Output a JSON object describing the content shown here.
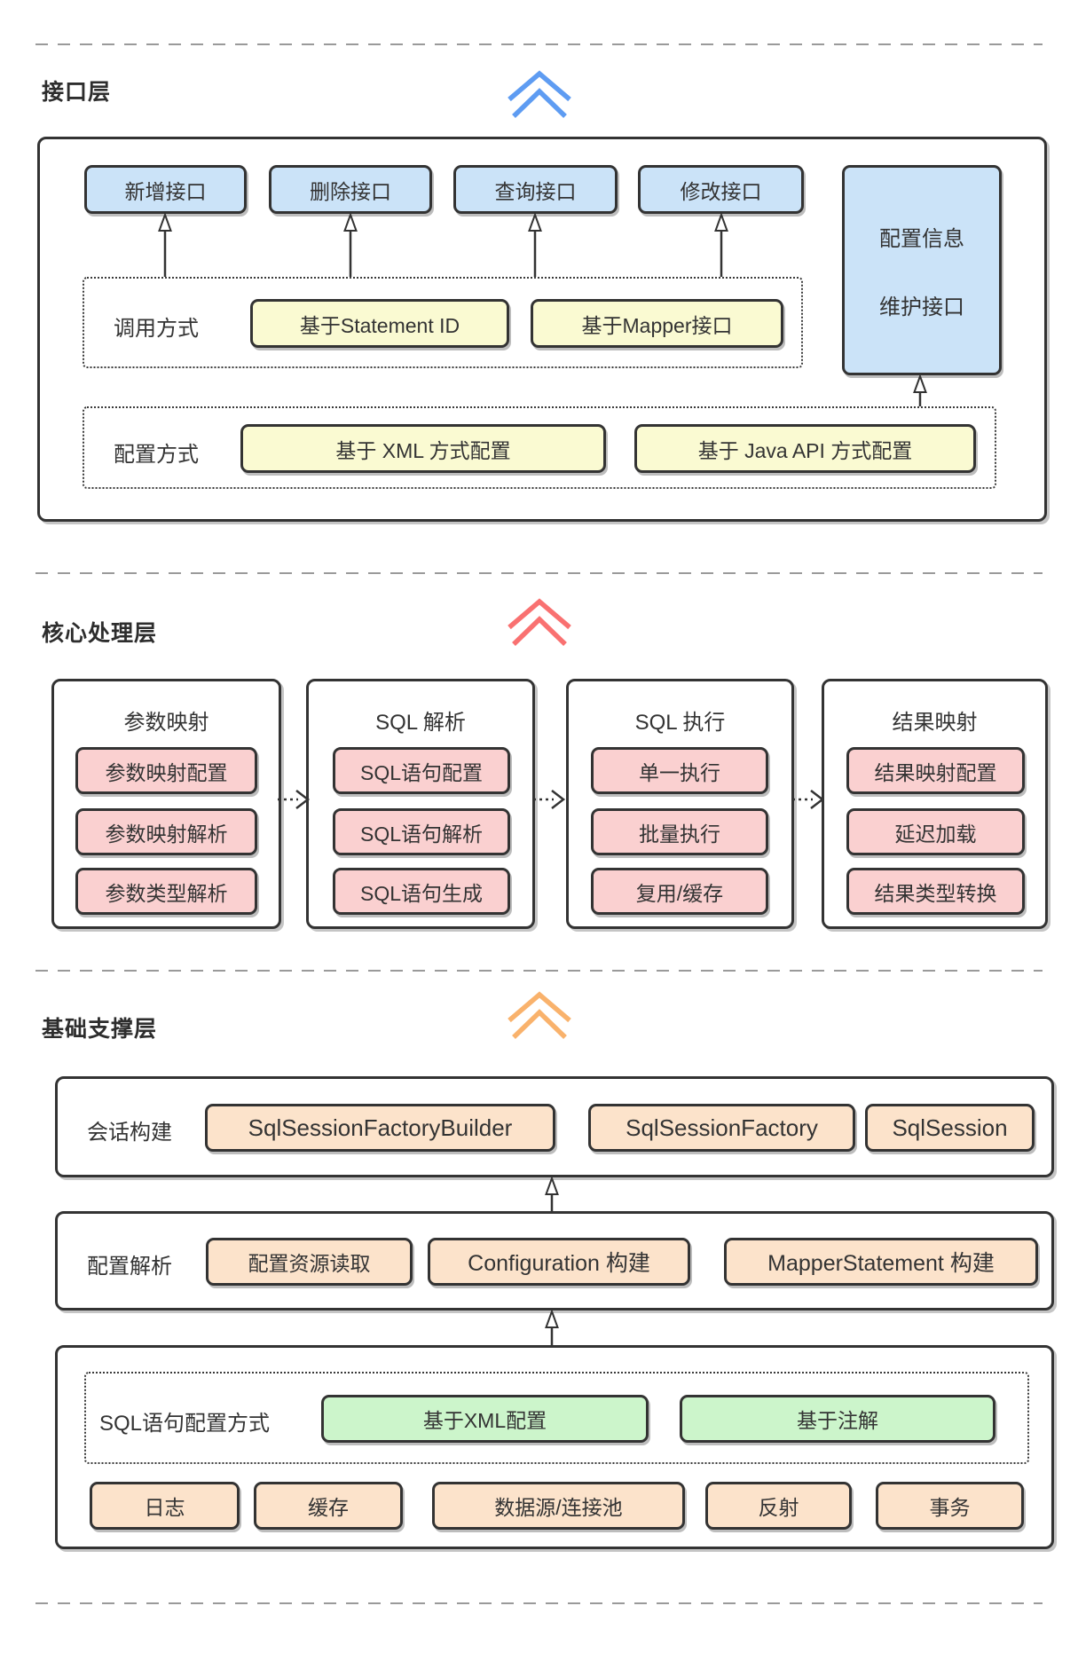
{
  "palette": {
    "blue_fill": "#CBE3F8",
    "yellow_fill": "#FAFAD2",
    "pink_fill": "#FAD0D0",
    "orange_fill": "#FCE3CB",
    "green_fill": "#CCF5CB",
    "border": "#333333",
    "separator": "#9A9A9A",
    "chevron_blue": "#5E9CF2",
    "chevron_red": "#F97171",
    "chevron_orange": "#F9B26C"
  },
  "interface": {
    "label": "接口层",
    "api_boxes": [
      "新增接口",
      "删除接口",
      "查询接口",
      "修改接口"
    ],
    "config_info": {
      "line1": "配置信息",
      "line2": "维护接口"
    },
    "invoke_group": {
      "label": "调用方式",
      "items": [
        "基于Statement ID",
        "基于Mapper接口"
      ]
    },
    "config_group": {
      "label": "配置方式",
      "items": [
        "基于 XML 方式配置",
        "基于 Java API 方式配置"
      ]
    }
  },
  "core": {
    "label": "核心处理层",
    "columns": [
      {
        "title": "参数映射",
        "items": [
          "参数映射配置",
          "参数映射解析",
          "参数类型解析"
        ]
      },
      {
        "title": "SQL 解析",
        "items": [
          "SQL语句配置",
          "SQL语句解析",
          "SQL语句生成"
        ]
      },
      {
        "title": "SQL 执行",
        "items": [
          "单一执行",
          "批量执行",
          "复用/缓存"
        ]
      },
      {
        "title": "结果映射",
        "items": [
          "结果映射配置",
          "延迟加载",
          "结果类型转换"
        ]
      }
    ]
  },
  "base": {
    "label": "基础支撑层",
    "session_row": {
      "label": "会话构建",
      "items": [
        "SqlSessionFactoryBuilder",
        "SqlSessionFactory",
        "SqlSession"
      ]
    },
    "parse_row": {
      "label": "配置解析",
      "items": [
        "配置资源读取",
        "Configuration 构建",
        "MapperStatement 构建"
      ]
    },
    "sql_config_group": {
      "label": "SQL语句配置方式",
      "items": [
        "基于XML配置",
        "基于注解"
      ]
    },
    "support_boxes": [
      "日志",
      "缓存",
      "数据源/连接池",
      "反射",
      "事务"
    ]
  }
}
